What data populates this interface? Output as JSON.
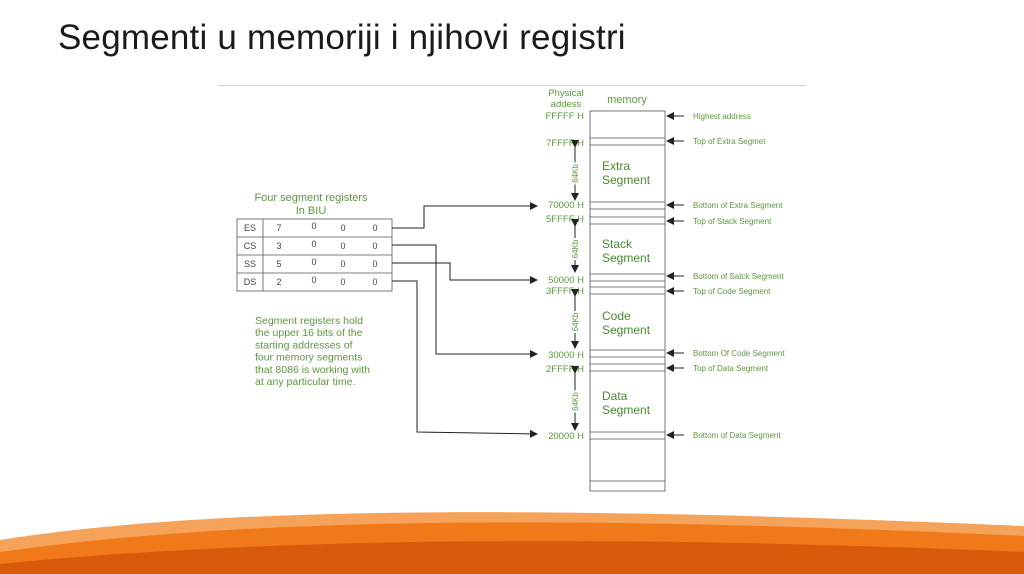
{
  "slide": {
    "title": "Segmenti u memoriji i njihovi registri"
  },
  "registers": {
    "heading_line1": "Four segment registers",
    "heading_line2": "In BIU",
    "rows": [
      {
        "name": "ES",
        "digits": [
          "7",
          "0",
          "0",
          "0"
        ]
      },
      {
        "name": "CS",
        "digits": [
          "3",
          "0",
          "0",
          "0"
        ]
      },
      {
        "name": "SS",
        "digits": [
          "5",
          "0",
          "0",
          "0"
        ]
      },
      {
        "name": "DS",
        "digits": [
          "2",
          "0",
          "0",
          "0"
        ]
      }
    ],
    "note_lines": [
      "Segment registers hold",
      "the upper 16 bits of the",
      "starting addresses of",
      "four memory segments",
      "that 8086 is working with",
      "at any particular time."
    ]
  },
  "memory": {
    "physical_label_line1": "Physical",
    "physical_label_line2": "addess",
    "memory_label": "memory",
    "addresses": [
      "FFFFF H",
      "7FFFF H",
      "70000 H",
      "5FFFF H",
      "50000 H",
      "3FFFF H",
      "30000 H",
      "2FFFF H",
      "20000 H"
    ],
    "segments": [
      {
        "line1": "Extra",
        "line2": "Segment"
      },
      {
        "line1": "Stack",
        "line2": "Segment"
      },
      {
        "line1": "Code",
        "line2": "Segment"
      },
      {
        "line1": "Data",
        "line2": "Segment"
      }
    ],
    "size_label": "64Kb",
    "annotations": [
      "Highest address",
      "Top of Extra Segmet",
      "Bottom of Extra Segment",
      "Top of Stack Segment",
      "Bottom of Satck Segment",
      "Top of Code Segment",
      "Bottom Of Code Segment",
      "Top of Data Segment",
      "Bottom of Data Segment"
    ]
  },
  "colors": {
    "text_green": "#5a9a3c",
    "line_dark": "#333333",
    "footer_orange": "#f07a1a",
    "footer_dark": "#d85a0a"
  }
}
